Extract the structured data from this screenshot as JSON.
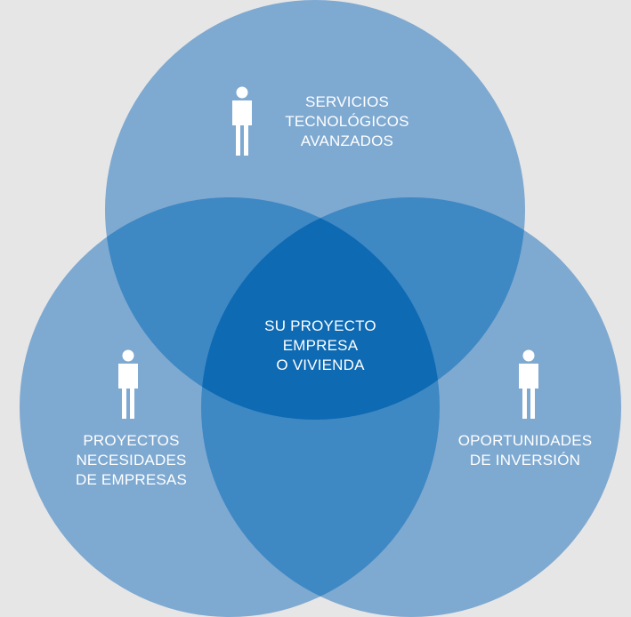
{
  "diagram": {
    "circles": {
      "top": {
        "label_lines": [
          "SERVICIOS",
          "TECNOLÓGICOS",
          "AVANZADOS"
        ],
        "icon": "person-icon"
      },
      "left": {
        "label_lines": [
          "PROYECTOS",
          "NECESIDADES",
          "DE EMPRESAS"
        ],
        "icon": "person-icon"
      },
      "right": {
        "label_lines": [
          "OPORTUNIDADES",
          "DE INVERSIÓN"
        ],
        "icon": "person-icon"
      }
    },
    "center": {
      "label_lines": [
        "SU PROYECTO",
        "EMPRESA",
        "O VIVIENDA"
      ]
    }
  },
  "colors": {
    "background": "#e6e6e6",
    "circle_base": "#7ea9d1",
    "overlap_two": "#3e88c4",
    "overlap_three": "#0e6ab3",
    "text": "#ffffff"
  }
}
